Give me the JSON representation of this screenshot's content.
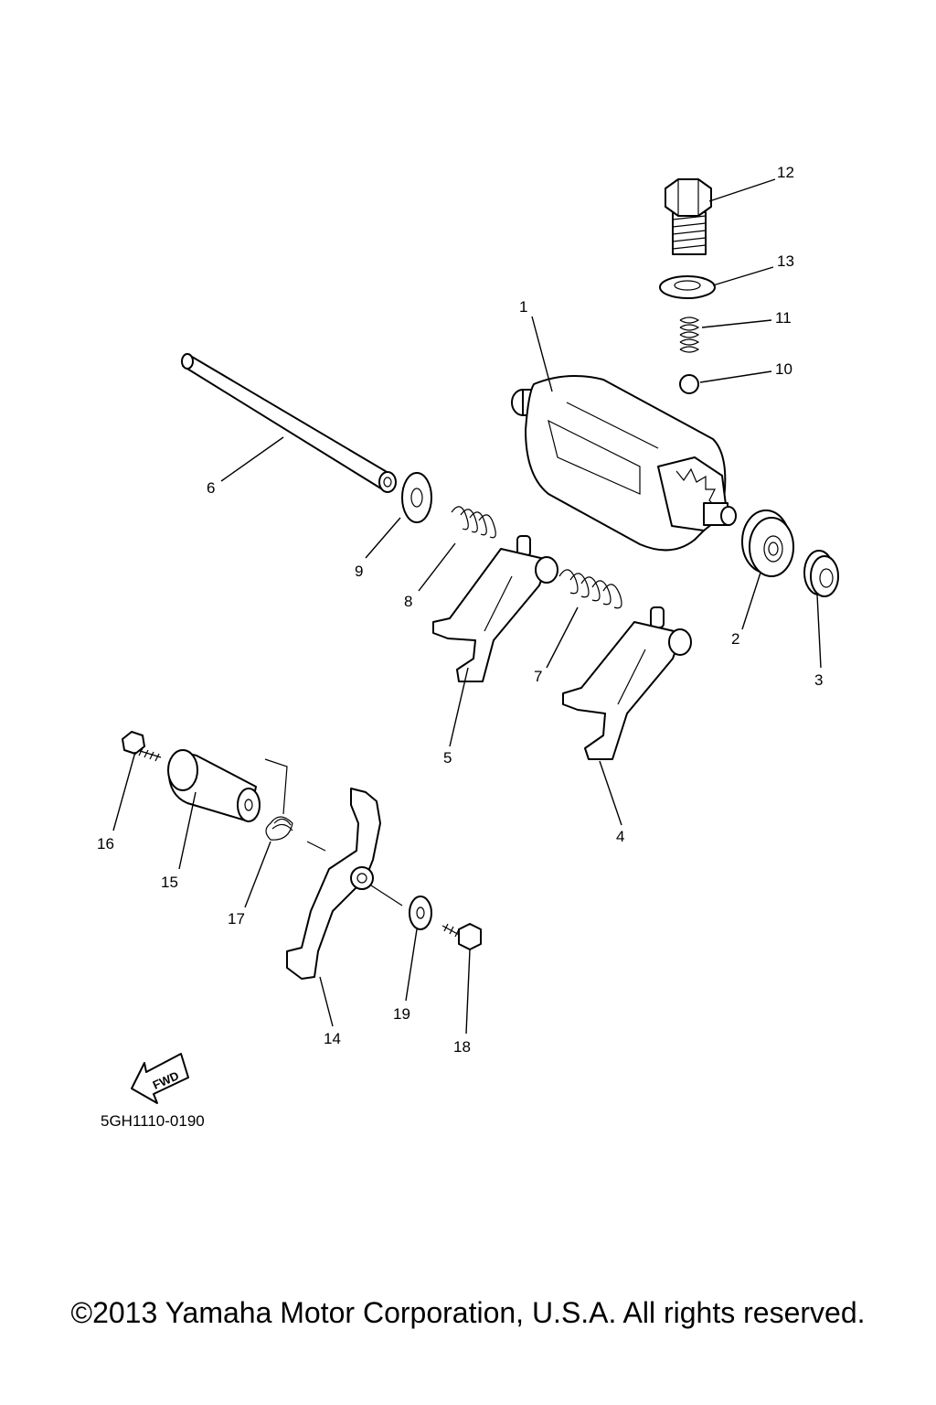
{
  "callouts": {
    "c1": "1",
    "c2": "2",
    "c3": "3",
    "c4": "4",
    "c5": "5",
    "c6": "6",
    "c7": "7",
    "c8": "8",
    "c9": "9",
    "c10": "10",
    "c11": "11",
    "c12": "12",
    "c13": "13",
    "c14": "14",
    "c15": "15",
    "c16": "16",
    "c17": "17",
    "c18": "18",
    "c19": "19"
  },
  "fwd_label": "FWD",
  "part_code": "5GH1110-0190",
  "copyright": "©2013 Yamaha Motor Corporation, U.S.A. All rights reserved."
}
